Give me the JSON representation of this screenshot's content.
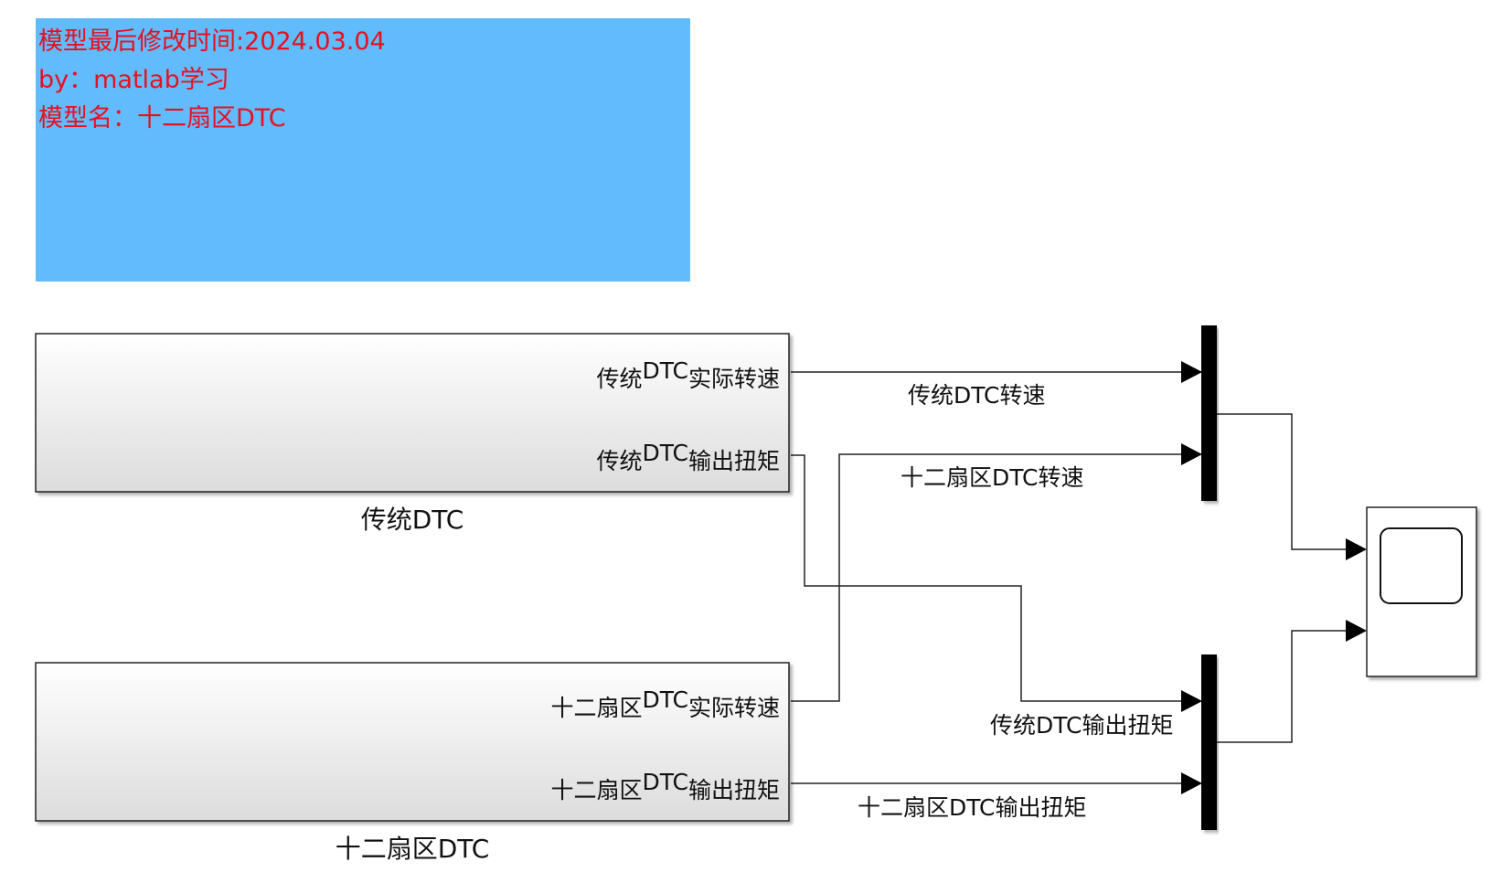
{
  "note": {
    "line1": "模型最后修改时间:2024.03.04",
    "line2": "by：matlab学习",
    "line3": "模型名：十二扇区DTC",
    "bg_color": "#61bbfd",
    "text_color": "#e8101e"
  },
  "blocks": {
    "traditional": {
      "name": "传统DTC",
      "port1": {
        "a": "传统",
        "b": "DTC",
        "c": "实际转速"
      },
      "port2": {
        "a": "传统",
        "b": "DTC",
        "c": "输出扭矩"
      }
    },
    "twelve": {
      "name": "十二扇区DTC",
      "port1": {
        "a": "十二扇区",
        "b": "DTC",
        "c": "实际转速"
      },
      "port2": {
        "a": "十二扇区",
        "b": "DTC",
        "c": "输出扭矩"
      }
    }
  },
  "signals": {
    "s1": "传统DTC转速",
    "s2": "十二扇区DTC转速",
    "s3": "传统DTC输出扭矩",
    "s4": "十二扇区DTC输出扭矩"
  },
  "mux_blocks": [
    "mux-speed",
    "mux-torque"
  ],
  "scope": {
    "icon": "scope-icon"
  }
}
